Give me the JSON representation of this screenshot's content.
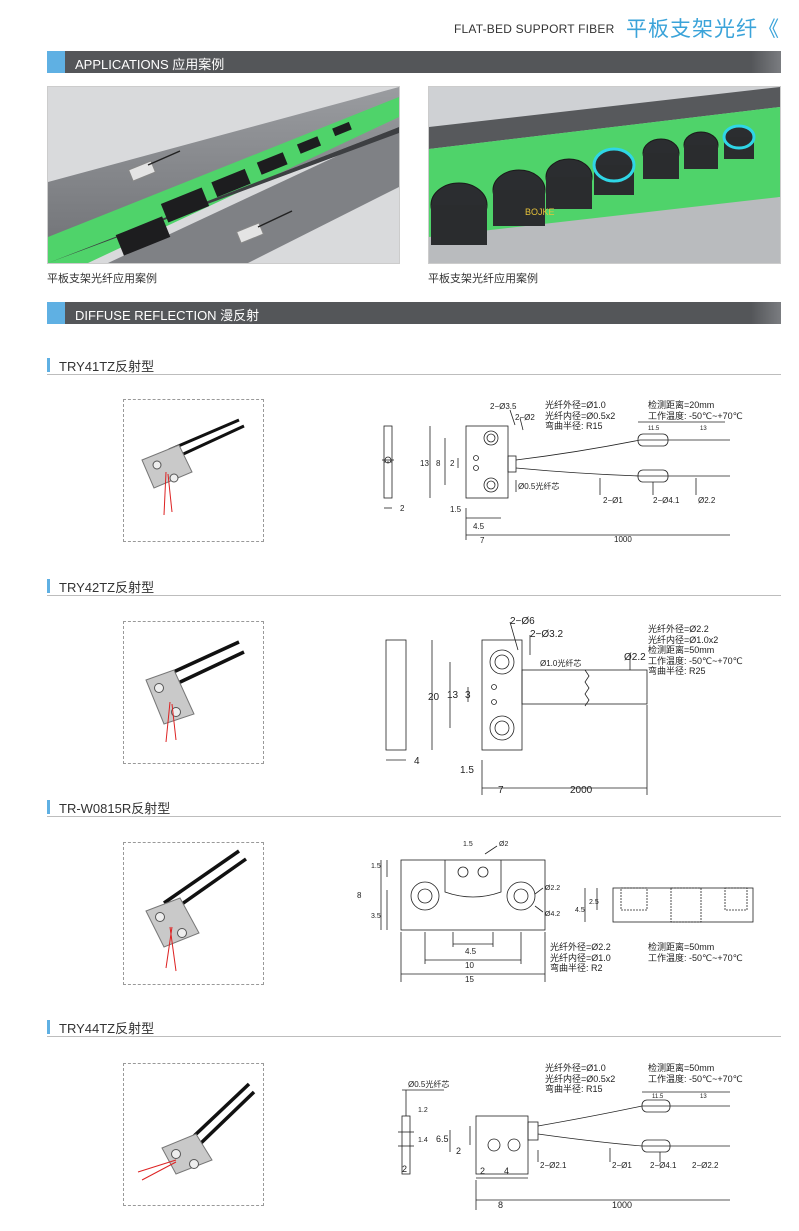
{
  "header": {
    "title_en": "FLAT-BED SUPPORT FIBER",
    "title_cn": "平板支架光纤《"
  },
  "sections": {
    "applications": "APPLICATIONS 应用案例",
    "diffuse": "DIFFUSE REFLECTION 漫反射"
  },
  "applications": [
    {
      "caption": "平板支架光纤应用案例"
    },
    {
      "caption": "平板支架光纤应用案例"
    }
  ],
  "brand_on_image": "BOJKE",
  "products": [
    {
      "name": "TRY41TZ反射型",
      "specs": [
        "光纤外径=Ø1.0",
        "光纤内径=Ø0.5x2",
        "弯曲半径: R15"
      ],
      "specs2": [
        "检测距离=20mm",
        "工作温度: -50℃~+70℃"
      ],
      "labels": {
        "a": "2−Ø3.5",
        "b": "2−Ø2",
        "core": "Ø0.5光纤芯",
        "d1": "2−Ø1",
        "d2": "2−Ø4.1",
        "d3": "Ø2.2",
        "len": "1000",
        "w7": "7",
        "w45": "4.5",
        "w15": "1.5",
        "h13": "13",
        "h8": "8",
        "h2": "2",
        "t2": "2",
        "s115": "11.5",
        "s13": "13"
      }
    },
    {
      "name": "TRY42TZ反射型",
      "specs": [
        "光纤外径=Ø2.2",
        "光纤内径=Ø1.0x2",
        "检测距离=50mm",
        "工作温度: -50℃~+70℃",
        "弯曲半径: R25"
      ],
      "labels": {
        "a": "2−Ø6",
        "b": "2−Ø3.2",
        "core": "Ø1.0光纤芯",
        "dia": "Ø2.2",
        "h20": "20",
        "h13": "13",
        "h3": "3",
        "w15": "1.5",
        "w7": "7",
        "len": "2000",
        "t4": "4"
      }
    },
    {
      "name": "TR-W0815R反射型",
      "specs": [
        "光纤外径=Ø2.2",
        "光纤内径=Ø1.0",
        "弯曲半径: R2"
      ],
      "specs2": [
        "检测距离=50mm",
        "工作温度: -50℃~+70℃"
      ],
      "labels": {
        "h15": "1.5",
        "h8": "8",
        "h35": "3.5",
        "w45": "4.5",
        "w10": "10",
        "w15": "15",
        "top15": "1.5",
        "phi2": "Ø2",
        "phi22": "Ø2.2",
        "phi4": "Ø4.2",
        "h25": "2.5",
        "h45": "4.5"
      }
    },
    {
      "name": "TRY44TZ反射型",
      "specs": [
        "光纤外径=Ø1.0",
        "光纤内径=Ø0.5x2",
        "弯曲半径: R15"
      ],
      "specs2": [
        "检测距离=50mm",
        "工作温度: -50℃~+70℃"
      ],
      "labels": {
        "core": "Ø0.5光纤芯",
        "h12": "1.2",
        "h14": "1.4",
        "h65": "6.5",
        "h2": "2",
        "t2": "2",
        "w2": "2",
        "w4": "4",
        "w8": "8",
        "d21": "2−Ø2.1",
        "d1": "2−Ø1",
        "d41": "2−Ø4.1",
        "d22": "2−Ø2.2",
        "len": "1000",
        "s115": "11.5",
        "s13": "13"
      }
    }
  ],
  "colors": {
    "accent": "#5fb0e3",
    "band": "#545659",
    "title": "#3aa3d9",
    "green": "#4fd36a"
  }
}
